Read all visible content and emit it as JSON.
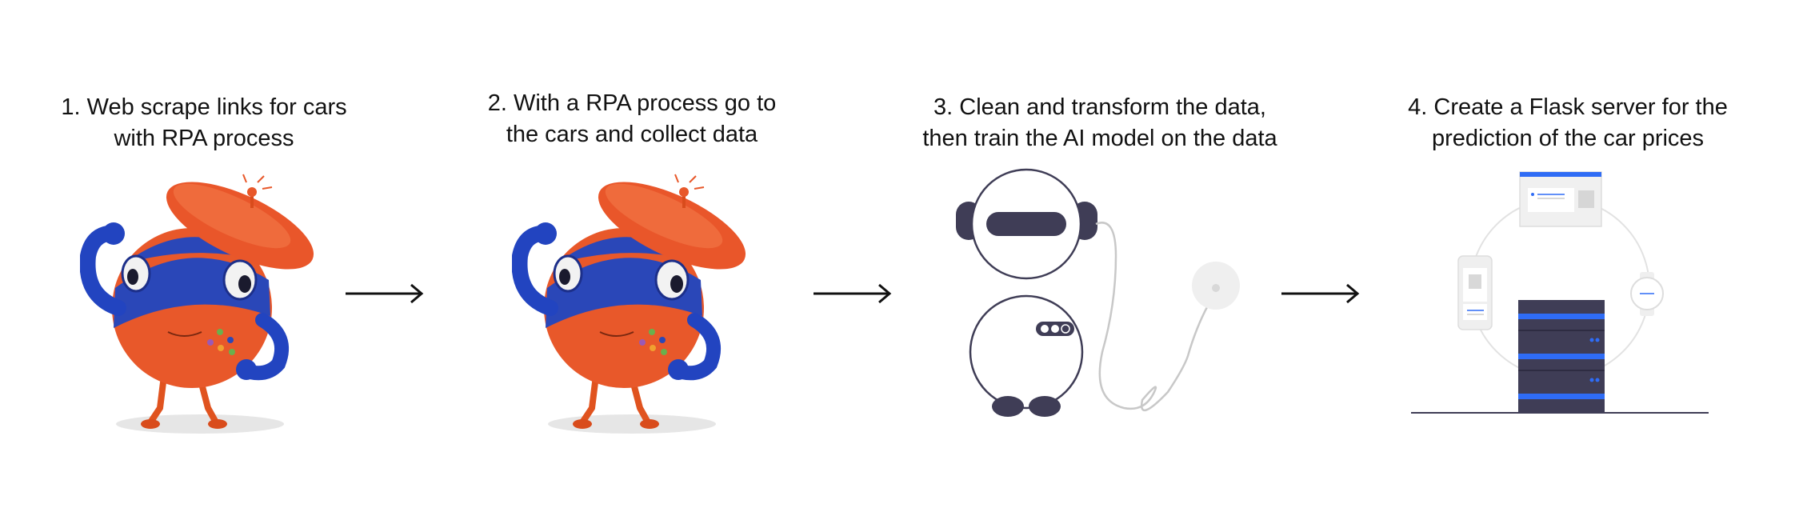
{
  "steps": [
    {
      "number": "1.",
      "lines": [
        "Web scrape links for cars",
        "with RPA process"
      ],
      "illustration": "rpa-robot-mascot"
    },
    {
      "number": "2.",
      "lines": [
        "With a RPA process go to",
        "the cars and collect data"
      ],
      "illustration": "rpa-robot-mascot"
    },
    {
      "number": "3.",
      "lines": [
        "Clean and transform the data,",
        "then train the AI model on the data"
      ],
      "illustration": "ai-robot-icon"
    },
    {
      "number": "4.",
      "lines": [
        "Create a Flask server for the",
        "prediction of the car prices"
      ],
      "illustration": "server-rack-icon"
    }
  ],
  "colors": {
    "mascot_orange": "#e8582a",
    "mascot_blue": "#2a47b8",
    "ai_dark": "#3f3d56",
    "server_blue": "#2f6cf5",
    "line_gray": "#cfcfcf"
  }
}
